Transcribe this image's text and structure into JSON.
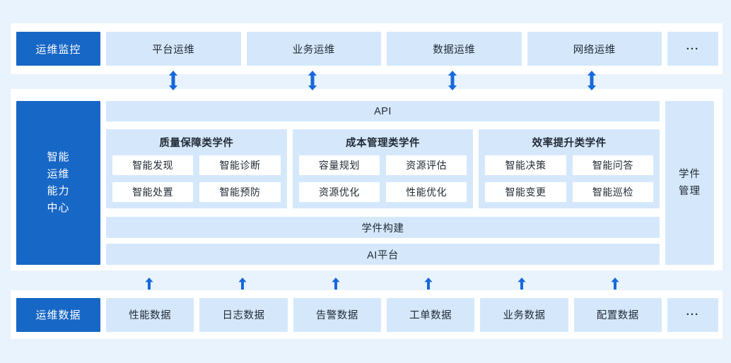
{
  "colors": {
    "background": "#e9f3fd",
    "card": "#ffffff",
    "primary_blue": "#1767c6",
    "light_blue": "#d5e8fb",
    "arrow_blue": "#1668dd",
    "text": "#222b36"
  },
  "icons": {
    "up_down_arrow": "up-down double arrow",
    "up_arrow": "up arrow"
  },
  "top_row": {
    "label": "运维监控",
    "boxes": [
      "平台运维",
      "业务运维",
      "数据运维",
      "网络运维"
    ],
    "more": "..."
  },
  "middle": {
    "label_lines": [
      "智能",
      "运维",
      "能力",
      "中心"
    ],
    "api_bar": "API",
    "groups": [
      {
        "title": "质量保障类学件",
        "items": [
          "智能发现",
          "智能诊断",
          "智能处置",
          "智能预防"
        ]
      },
      {
        "title": "成本管理类学件",
        "items": [
          "容量规划",
          "资源评估",
          "资源优化",
          "性能优化"
        ]
      },
      {
        "title": "效率提升类学件",
        "items": [
          "智能决策",
          "智能问答",
          "智能变更",
          "智能巡检"
        ]
      }
    ],
    "build_bar": "学件构建",
    "ai_bar": "AI平台",
    "side_label_lines": [
      "学件",
      "管理"
    ]
  },
  "bottom_row": {
    "label": "运维数据",
    "boxes": [
      "性能数据",
      "日志数据",
      "告警数据",
      "工单数据",
      "业务数据",
      "配置数据"
    ],
    "more": "..."
  }
}
